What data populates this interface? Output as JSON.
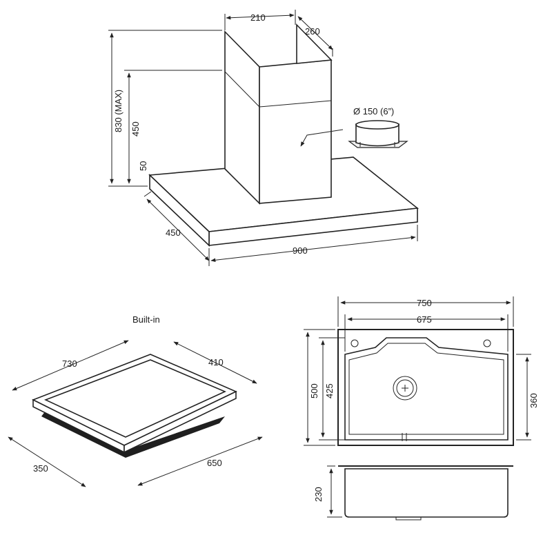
{
  "hood": {
    "dim_chimney_width": "210",
    "dim_chimney_depth": "260",
    "dim_total_height": "830 (MAX)",
    "dim_chimney_height": "450",
    "dim_canopy_thickness": "50",
    "dim_depth": "450",
    "dim_width": "900",
    "duct_label": "Ø 150 (6”)"
  },
  "hob": {
    "title": "Built-in",
    "dim_top_width": "730",
    "dim_top_depth": "410",
    "dim_cutout_depth": "350",
    "dim_cutout_width": "650"
  },
  "sink": {
    "dim_outer_width": "750",
    "dim_inner_width": "675",
    "dim_outer_depth": "500",
    "dim_inner_depth": "425",
    "dim_bowl_depth": "360",
    "dim_height": "230"
  }
}
